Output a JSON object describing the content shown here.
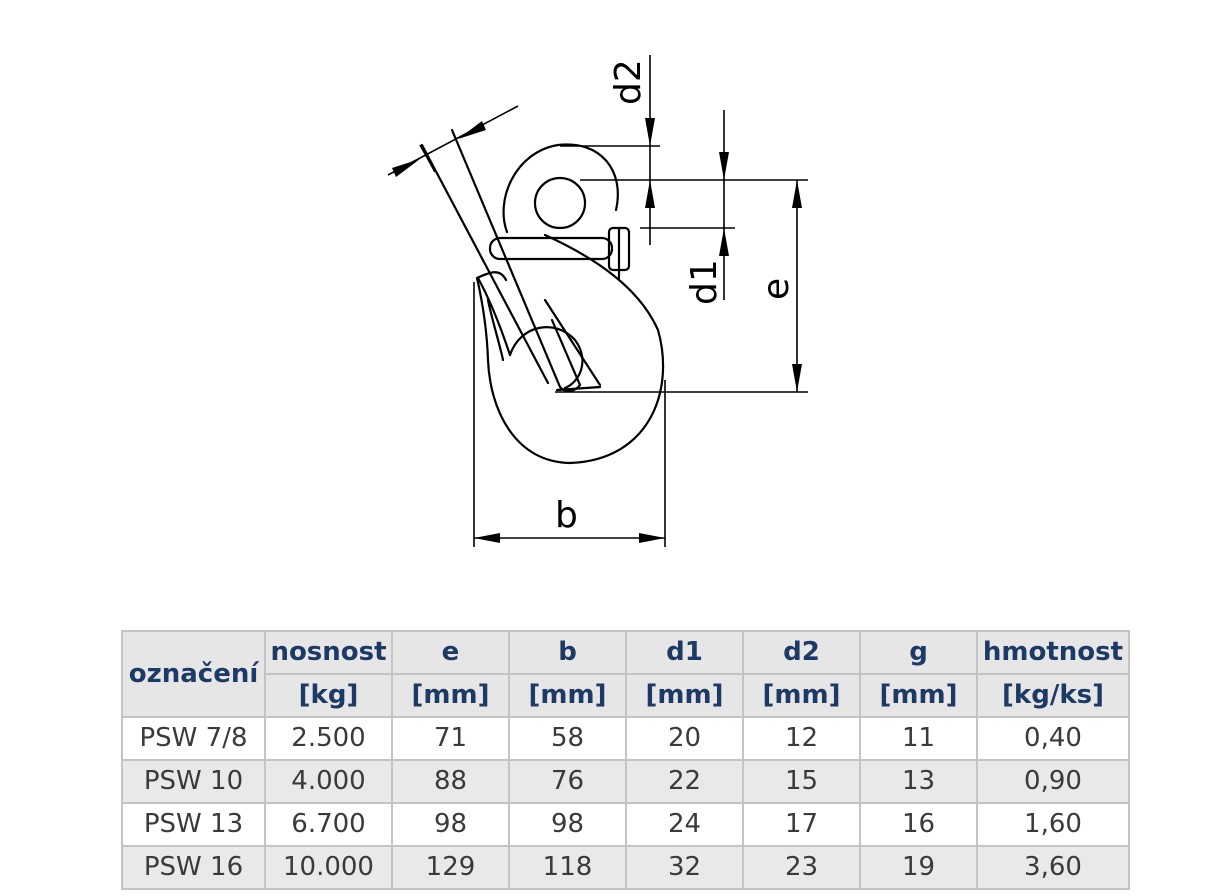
{
  "drawing": {
    "labels": {
      "d2": "d2",
      "d1": "d1",
      "e": "e",
      "b": "b"
    }
  },
  "table": {
    "headers": [
      "označení",
      "nosnost",
      "e",
      "b",
      "d1",
      "d2",
      "g",
      "hmotnost"
    ],
    "units": [
      "[kg]",
      "[mm]",
      "[mm]",
      "[mm]",
      "[mm]",
      "[mm]",
      "[kg/ks]"
    ],
    "rows": [
      [
        "PSW 7/8",
        "2.500",
        "71",
        "58",
        "20",
        "12",
        "11",
        "0,40"
      ],
      [
        "PSW 10",
        "4.000",
        "88",
        "76",
        "22",
        "15",
        "13",
        "0,90"
      ],
      [
        "PSW 13",
        "6.700",
        "98",
        "98",
        "24",
        "17",
        "16",
        "1,60"
      ],
      [
        "PSW 16",
        "10.000",
        "129",
        "118",
        "32",
        "23",
        "19",
        "3,60"
      ]
    ]
  }
}
